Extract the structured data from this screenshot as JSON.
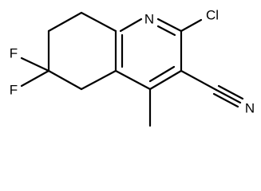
{
  "molecule": {
    "atoms": {
      "nitrogen_ring": "N",
      "chlorine": "Cl",
      "fluorine_upper": "F",
      "fluorine_lower": "F",
      "nitrile_nitrogen": "N"
    }
  }
}
